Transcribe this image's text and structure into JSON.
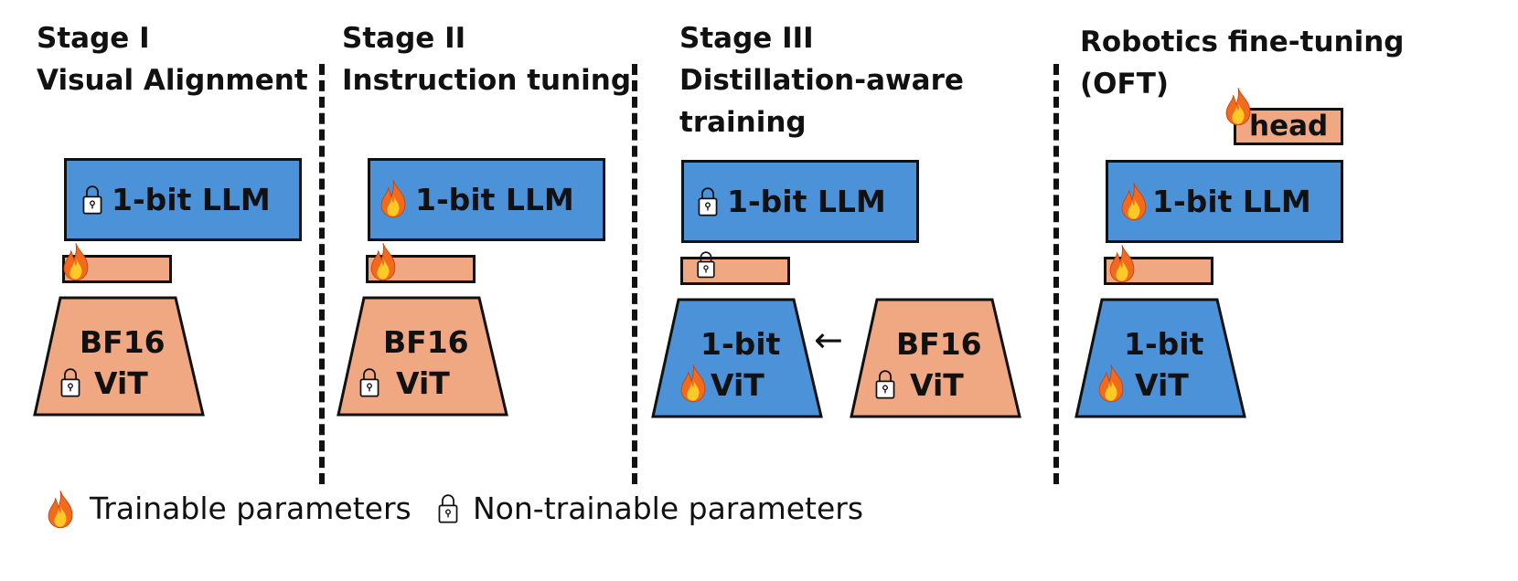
{
  "stages": [
    {
      "title_line1": "Stage I",
      "title_line2": "Visual Alignment",
      "llm_label": "1-bit LLM",
      "vit_line1": "BF16",
      "vit_line2": "ViT"
    },
    {
      "title_line1": "Stage II",
      "title_line2": "Instruction tuning",
      "llm_label": "1-bit LLM",
      "vit_line1": "BF16",
      "vit_line2": "ViT"
    },
    {
      "title_line1": "Stage III",
      "title_line2": "Distillation-aware",
      "title_line3": "training",
      "llm_label": "1-bit LLM",
      "student_line1": "1-bit",
      "student_line2": "ViT",
      "teacher_line1": "BF16",
      "teacher_line2": "ViT",
      "arrow": "←"
    },
    {
      "title_line1": "Robotics fine-tuning",
      "title_line2": "(OFT)",
      "head_label": "head",
      "llm_label": "1-bit LLM",
      "vit_line1": "1-bit",
      "vit_line2": "ViT"
    }
  ],
  "legend": {
    "trainable": "Trainable parameters",
    "non_trainable": "Non-trainable parameters"
  },
  "icons": {
    "flame": "flame-icon",
    "lock": "lock-icon"
  },
  "colors": {
    "blue": "#4b92d9",
    "orange": "#f0a882",
    "flame_outer": "#f26a1b",
    "flame_inner": "#ffc928"
  }
}
